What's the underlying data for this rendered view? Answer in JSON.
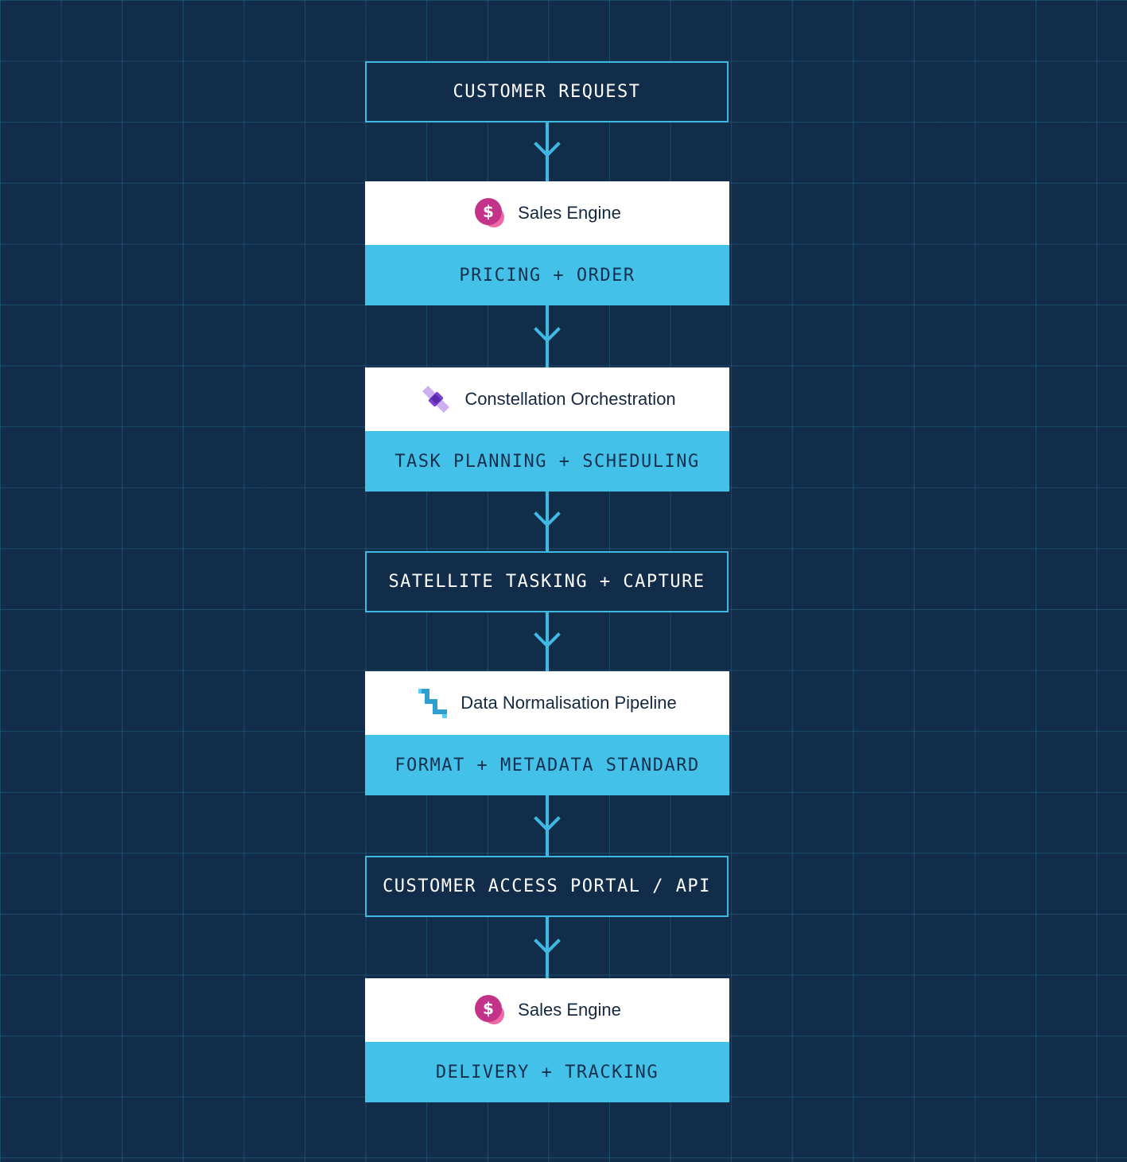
{
  "colors": {
    "background": "#112d4a",
    "grid": "#2a5b7a",
    "accent": "#43c1e9",
    "card_head": "#ffffff",
    "dark_text": "#14283f"
  },
  "steps": {
    "customer_request": "CUSTOMER REQUEST",
    "sales_engine_1": {
      "title": "Sales Engine",
      "icon": "dollar-coin-icon",
      "stage": "PRICING + ORDER"
    },
    "constellation": {
      "title": "Constellation Orchestration",
      "icon": "satellite-icon",
      "stage": "TASK PLANNING + SCHEDULING"
    },
    "satellite_tasking": "SATELLITE TASKING + CAPTURE",
    "data_pipeline": {
      "title": "Data Normalisation Pipeline",
      "icon": "pipeline-icon",
      "stage": "FORMAT + METADATA STANDARD"
    },
    "customer_access": "CUSTOMER ACCESS PORTAL / API",
    "sales_engine_2": {
      "title": "Sales Engine",
      "icon": "dollar-coin-icon",
      "stage": "DELIVERY + TRACKING"
    }
  }
}
